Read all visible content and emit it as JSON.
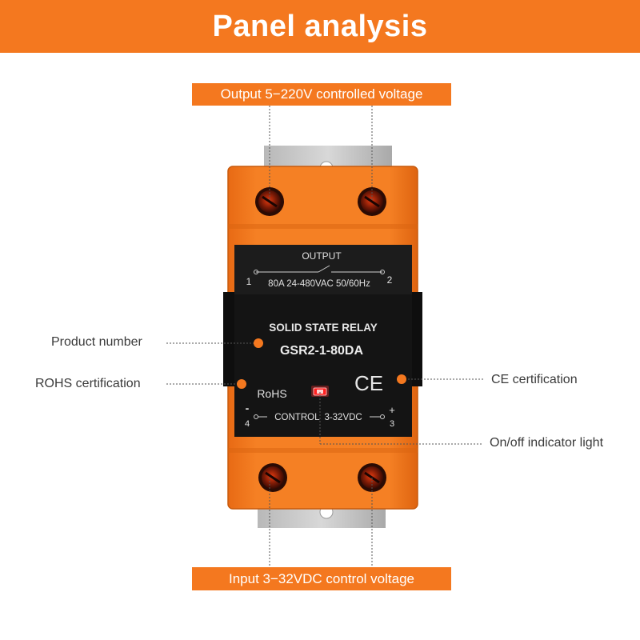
{
  "header": {
    "title": "Panel analysis"
  },
  "banners": {
    "output": "Output 5−220V controlled voltage",
    "input": "Input 3−32VDC control voltage"
  },
  "callouts": {
    "product_number": "Product number",
    "rohs": "ROHS certification",
    "ce": "CE certification",
    "indicator": "On/off indicator light"
  },
  "relay": {
    "output_label": "OUTPUT",
    "terminal_1": "1",
    "terminal_2": "2",
    "output_spec": "80A 24-480VAC 50/60Hz",
    "title": "SOLID STATE RELAY",
    "model": "GSR2-1-80DA",
    "ce_mark": "CE",
    "rohs_mark": "RoHS",
    "minus": "-",
    "plus": "+",
    "terminal_4": "4",
    "terminal_3": "3",
    "control_label": "CONTROL  3-32VDC"
  },
  "colors": {
    "accent": "#f4781f",
    "body_orange": "#f07a22",
    "panel_black": "#141414",
    "indicator_red": "#ff2020"
  }
}
